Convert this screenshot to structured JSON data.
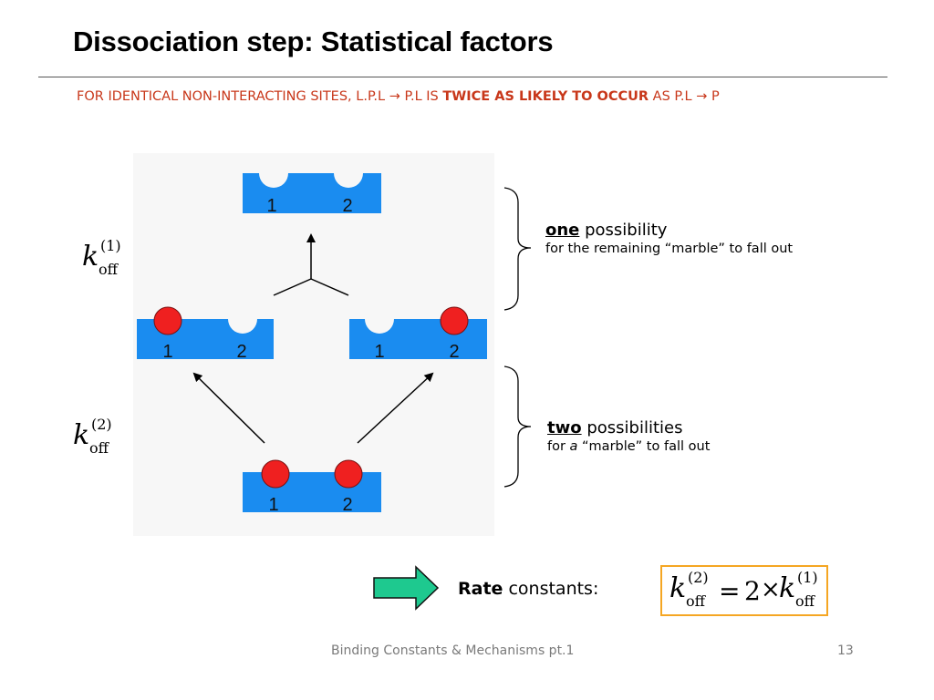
{
  "slide": {
    "title": "Dissociation step: Statistical factors",
    "subtitle_pre": "FOR IDENTICAL NON-INTERACTING SITES, L.P.L → P.L IS ",
    "subtitle_bold": "TWICE AS LIKELY TO OCCUR",
    "subtitle_post": " AS P.L → P"
  },
  "diagram": {
    "site_labels": [
      "1",
      "2"
    ],
    "rate_label_top": {
      "k": "k",
      "sub": "off",
      "sup": "(1)"
    },
    "rate_label_bottom": {
      "k": "k",
      "sub": "off",
      "sup": "(2)"
    },
    "colors": {
      "protein": "#1a8cf0",
      "marble": "#ef2020",
      "arrow_fill": "#1ec98f",
      "box_border": "#f5a623"
    }
  },
  "annotations": {
    "top": {
      "lead": "one",
      "rest": " possibility",
      "desc": "for the remaining “marble” to fall out"
    },
    "bottom": {
      "lead": "two",
      "rest": " possibilities",
      "desc_pre": "for ",
      "desc_em": "a",
      "desc_post": " “marble” to fall out"
    }
  },
  "rate": {
    "label_bold": "Rate",
    "label_rest": " constants:",
    "formula": {
      "lhs_k": "k",
      "lhs_sub": "off",
      "lhs_sup": "(2)",
      "eq": "=",
      "coef": "2",
      "times": "×",
      "rhs_k": "k",
      "rhs_sub": "off",
      "rhs_sup": "(1)"
    }
  },
  "footer": {
    "text": "Binding Constants & Mechanisms pt.1",
    "page": "13"
  }
}
